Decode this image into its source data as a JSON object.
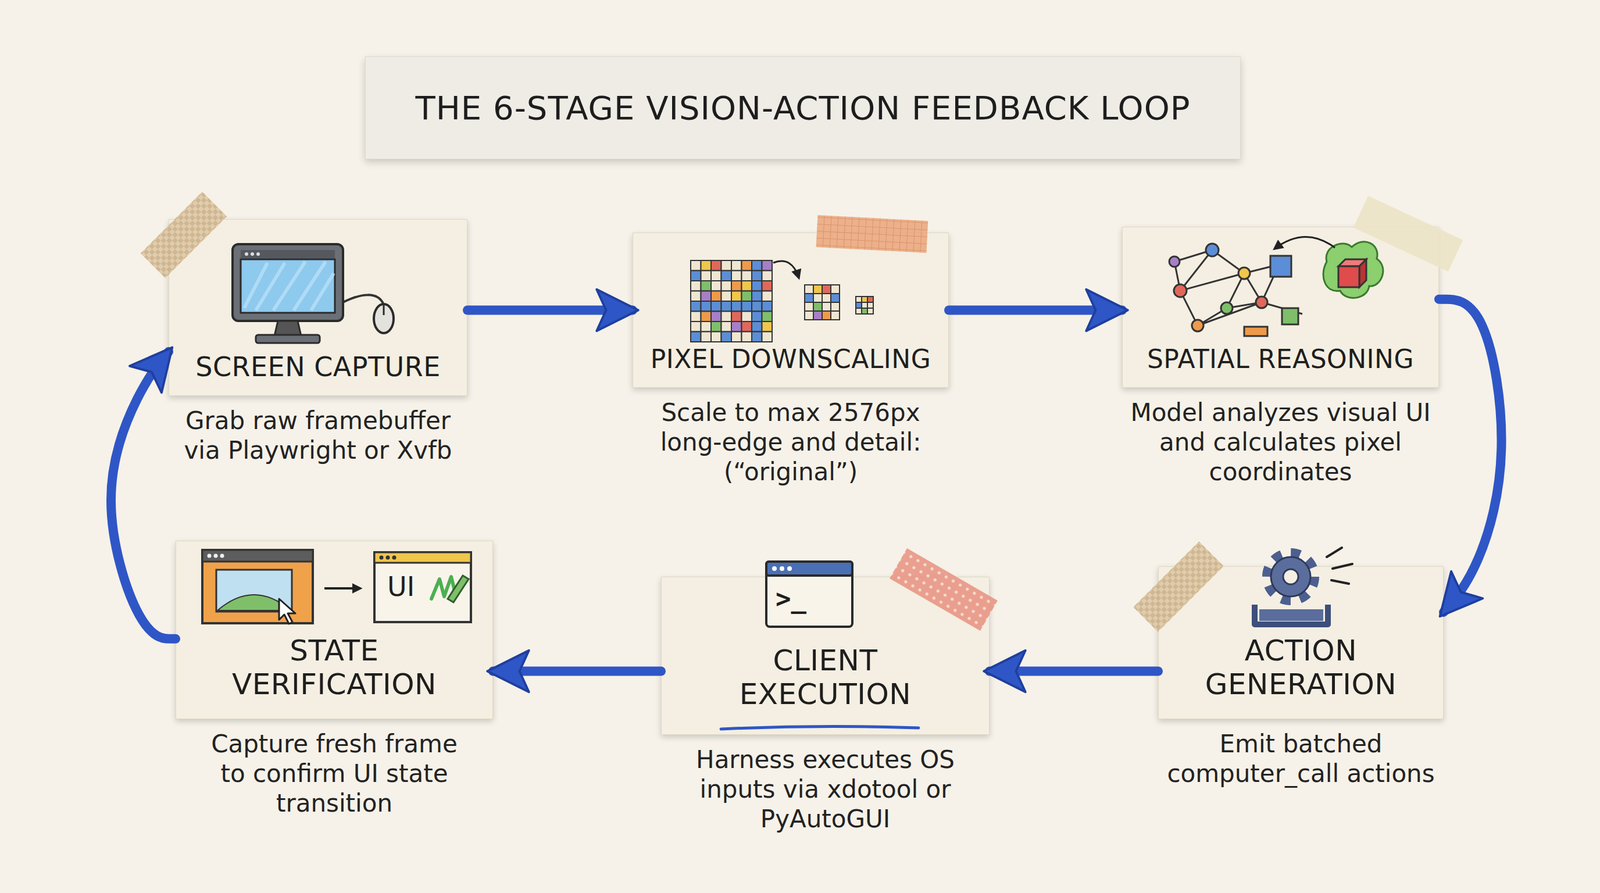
{
  "diagram": {
    "title": "THE 6-STAGE VISION-ACTION FEEDBACK LOOP",
    "nodes": [
      {
        "text": [
          "SCREEN CAPTURE",
          "Grab raw framebuffer via Playwright or Xvfb"
        ]
      },
      {
        "text": [
          "PIXEL DOWNSCALING",
          "Scale to max 2576px long-edge and detail: (“original”)"
        ]
      },
      {
        "text": [
          "SPATIAL REASONING",
          "Model analyzes visual UI and calculates pixel coordinates"
        ]
      },
      {
        "text": [
          "ACTION GENERATION",
          "Emit batched computer_call actions"
        ]
      },
      {
        "text": [
          "CLIENT EXECUTION",
          "Harness executes OS inputs via xdotool or PyAutoGUI"
        ]
      },
      {
        "text": [
          "STATE VERIFICATION",
          "Capture fresh frame to confirm UI state transition"
        ]
      }
    ],
    "edges": [
      {
        "from": 0,
        "to": 1,
        "arrow": "to"
      },
      {
        "from": 1,
        "to": 2,
        "arrow": "to"
      },
      {
        "from": 2,
        "to": 3,
        "arrow": "to"
      },
      {
        "from": 3,
        "to": 4,
        "arrow": "to"
      },
      {
        "from": 4,
        "to": 5,
        "arrow": "to"
      },
      {
        "from": 5,
        "to": 0,
        "arrow": "to"
      }
    ],
    "labels": [
      "UI",
      ">_"
    ]
  }
}
